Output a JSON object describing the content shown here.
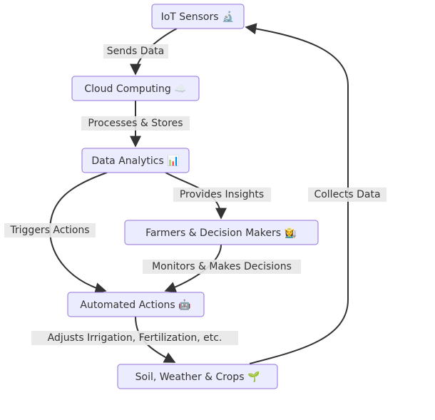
{
  "nodes": {
    "iot_sensors": "IoT Sensors 🔬",
    "cloud_computing": "Cloud Computing ☁️",
    "data_analytics": "Data Analytics 📊",
    "farmers": "Farmers & Decision Makers 👩‍🌾",
    "automated_actions": "Automated Actions 🤖",
    "soil_weather_crops": "Soil, Weather & Crops 🌱"
  },
  "edges": {
    "sends_data": "Sends Data",
    "processes_stores": "Processes & Stores",
    "provides_insights": "Provides Insights",
    "triggers_actions": "Triggers Actions",
    "monitors_decisions": "Monitors & Makes Decisions",
    "adjusts": "Adjusts Irrigation, Fertilization, etc.",
    "collects_data": "Collects Data"
  },
  "colors": {
    "node_fill": "#ECECFF",
    "node_stroke": "#9370DB",
    "edge": "#333333",
    "edge_label_bg": "#e8e8e8"
  }
}
